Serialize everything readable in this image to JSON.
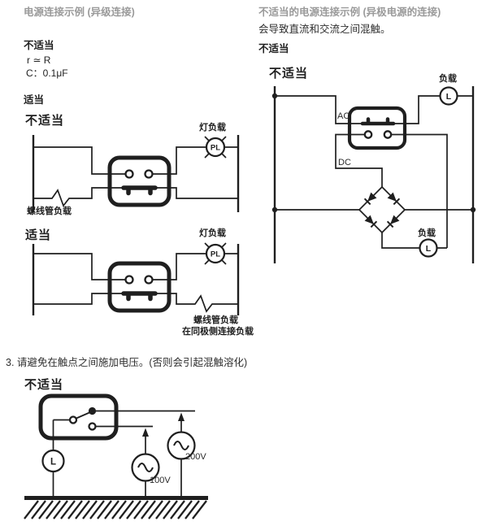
{
  "left_column": {
    "header": "电源连接示例 (异级连接)",
    "improper_label": "不适当",
    "formula_line1": "r ≃ R",
    "formula_line2": "C：0.1μF",
    "proper_label": "适当",
    "diagram_improper": {
      "title": "不适当",
      "lamp_load_label": "灯负载",
      "lamp_symbol": "PL",
      "solenoid_load_label": "螺线管负载"
    },
    "diagram_proper": {
      "title": "适当",
      "lamp_load_label": "灯负载",
      "lamp_symbol": "PL",
      "solenoid_load_label": "螺线管负载",
      "solenoid_note": "在同极侧连接负载"
    }
  },
  "right_column": {
    "header": "不适当的电源连接示例 (异极电源的连接)",
    "subtext": "会导致直流和交流之间混触。",
    "improper_label": "不适当",
    "diagram": {
      "title": "不适当",
      "ac_label": "AC",
      "dc_label": "DC",
      "load_top_label": "负载",
      "load_top_symbol": "L",
      "load_bottom_label": "负载",
      "load_bottom_symbol": "L"
    }
  },
  "bottom_section": {
    "item_text": "3. 请避免在触点之间施加电压。(否则会引起混触溶化)",
    "diagram": {
      "title": "不适当",
      "load_symbol": "L",
      "source_left_label": "100V",
      "source_right_label": "200V"
    }
  },
  "colors": {
    "header_gray": "#9a9a9a",
    "ink": "#1f1f1f",
    "text": "#2e2e2e"
  }
}
